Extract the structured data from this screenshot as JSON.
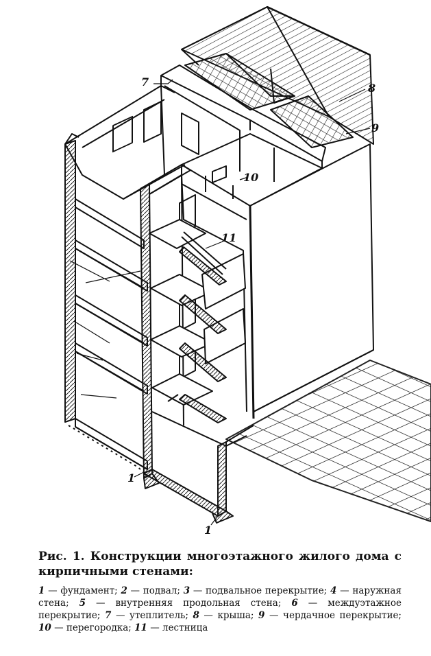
{
  "diagram": {
    "callouts": [
      "1",
      "1",
      "7",
      "8",
      "9",
      "10",
      "11"
    ]
  },
  "caption": {
    "figure_label": "Рис. 1.",
    "title": "Конструкции многоэтажного жилого дома с кирпичными стенами:",
    "legend": [
      {
        "num": "1",
        "text": "фундамент"
      },
      {
        "num": "2",
        "text": "подвал"
      },
      {
        "num": "3",
        "text": "подвальное перекрытие"
      },
      {
        "num": "4",
        "text": "наружная стена"
      },
      {
        "num": "5",
        "text": "внутренняя продольная стена"
      },
      {
        "num": "6",
        "text": "междуэтажное перекрытие"
      },
      {
        "num": "7",
        "text": "утеплитель"
      },
      {
        "num": "8",
        "text": "крыша"
      },
      {
        "num": "9",
        "text": "чердачное перекрытие"
      },
      {
        "num": "10",
        "text": "перегородка"
      },
      {
        "num": "11",
        "text": "лестница"
      }
    ]
  }
}
